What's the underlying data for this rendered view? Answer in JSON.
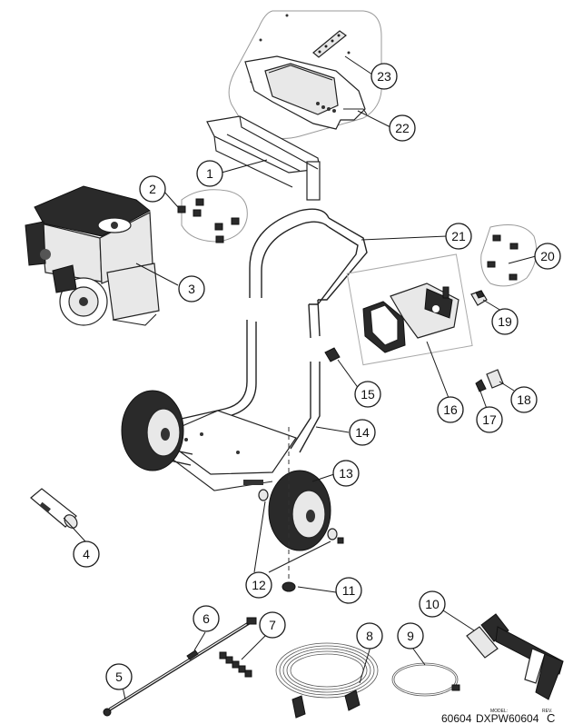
{
  "diagram": {
    "callouts": [
      "1",
      "2",
      "3",
      "4",
      "5",
      "6",
      "7",
      "8",
      "9",
      "10",
      "11",
      "12",
      "13",
      "14",
      "15",
      "16",
      "17",
      "18",
      "19",
      "20",
      "21",
      "22",
      "23"
    ],
    "title_block": {
      "model_caption": "MODEL:",
      "rev_caption": "REV.",
      "model_number": "60604",
      "model_name": "DXPW60604",
      "revision": "C"
    }
  }
}
